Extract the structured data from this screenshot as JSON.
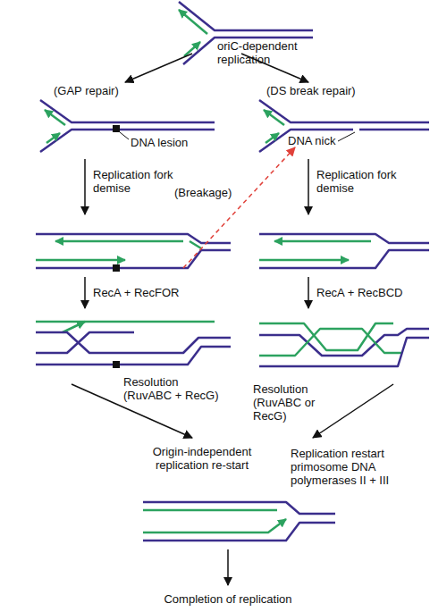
{
  "diagram": {
    "labels": [
      "oriC-dependent replication",
      "(GAP repair)",
      "(DS break repair)",
      "DNA lesion",
      "DNA nick",
      "Replication fork demise",
      "Replication fork demise",
      "RecA + RecFOR",
      "(Breakage)",
      "RecA + RecBCD",
      "Resolution (RuvABC + RecG)",
      "Resolution (RuvABC or RecG)",
      "Origin-independent replication re-start",
      "Replication restart primosome DNA polymerases II + III",
      "Completion of replication"
    ]
  }
}
